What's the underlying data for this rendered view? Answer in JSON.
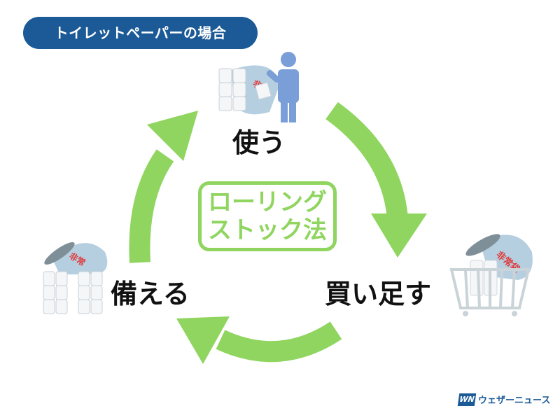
{
  "title": "トイレットペーパーの場合",
  "center_label": {
    "line1": "ローリング",
    "line2": "ストック法"
  },
  "steps": [
    {
      "label": "使う",
      "illustration": "person-using-toilet-paper"
    },
    {
      "label": "買い足す",
      "illustration": "shopping-basket-with-toilet-paper"
    },
    {
      "label": "備える",
      "illustration": "stockpiled-toilet-paper"
    }
  ],
  "bag_text": "非常袋",
  "colors": {
    "title_bg": "#1b5a96",
    "arrow": "#8fd55f",
    "person": "#7a9ed8",
    "bag": "#b5cfe0",
    "bag_text": "#e03a3a"
  },
  "logo": {
    "mark": "WN",
    "text": "ウェザーニュース"
  }
}
